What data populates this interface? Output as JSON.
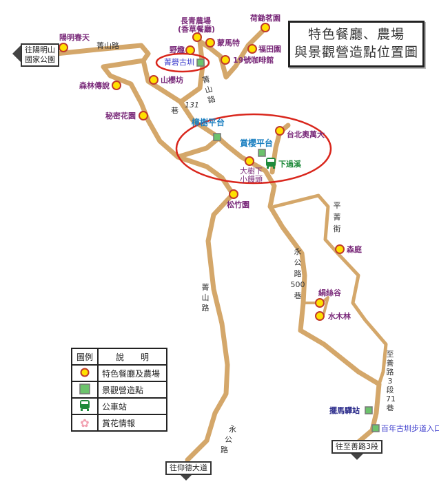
{
  "title": {
    "line1": "特色餐廳、農場",
    "line2": "與景觀營造點位置圖"
  },
  "colors": {
    "road": "#d4a76a",
    "restaurant_fill": "#ffe100",
    "restaurant_stroke": "#c0392b",
    "scenic_fill": "#6cc36c",
    "bus": "#1e8a3a",
    "highlight": "#d9261c"
  },
  "signs": {
    "yangmingshan": "往陽明山國家公園",
    "yangmingshan_l1": "往陽明山",
    "yangmingshan_l2": "國家公園",
    "yangde": "往仰德大道",
    "zhishan": "往至善路3段"
  },
  "restaurants": [
    "陽明春天",
    "長青農場",
    "(香草餐廳)",
    "蒙馬特",
    "荷鋤茗園",
    "福田園",
    "19號咖啡館",
    "野趣",
    "山櫻坊",
    "森林傳說",
    "秘密花園",
    "台北奧萬大",
    "大樹下",
    "小饅頭",
    "松竹園",
    "森庭",
    "絹絲谷",
    "水木林"
  ],
  "scenic_points": [
    "菁礐古圳",
    "樟樹平台",
    "賞櫻平台",
    "擺馬驛站",
    "百年古圳步道入口"
  ],
  "bus_stops": [
    "下過溪"
  ],
  "roads": {
    "jingshan_top": "菁山路",
    "jingshan_131": [
      "菁",
      "山",
      "路",
      "巷",
      "131"
    ],
    "jingshan_main": [
      "菁",
      "山",
      "路"
    ],
    "pingjing": [
      "平",
      "菁",
      "街"
    ],
    "yonggong_500": [
      "永",
      "公",
      "路",
      "500",
      "巷"
    ],
    "yonggong": [
      "永",
      "公",
      "路"
    ],
    "zhishan_71": [
      "至",
      "善",
      "路",
      "3",
      "段",
      "71",
      "巷"
    ]
  },
  "legend": {
    "header": [
      "圖例",
      "說　　明"
    ],
    "rows": [
      {
        "icon": "restaurant-circle",
        "label": "特色餐廳及農場"
      },
      {
        "icon": "scenic-square",
        "label": "景觀營造點"
      },
      {
        "icon": "bus-icon",
        "label": "公車站"
      },
      {
        "icon": "flower-icon",
        "label": "賞花情報"
      }
    ]
  }
}
